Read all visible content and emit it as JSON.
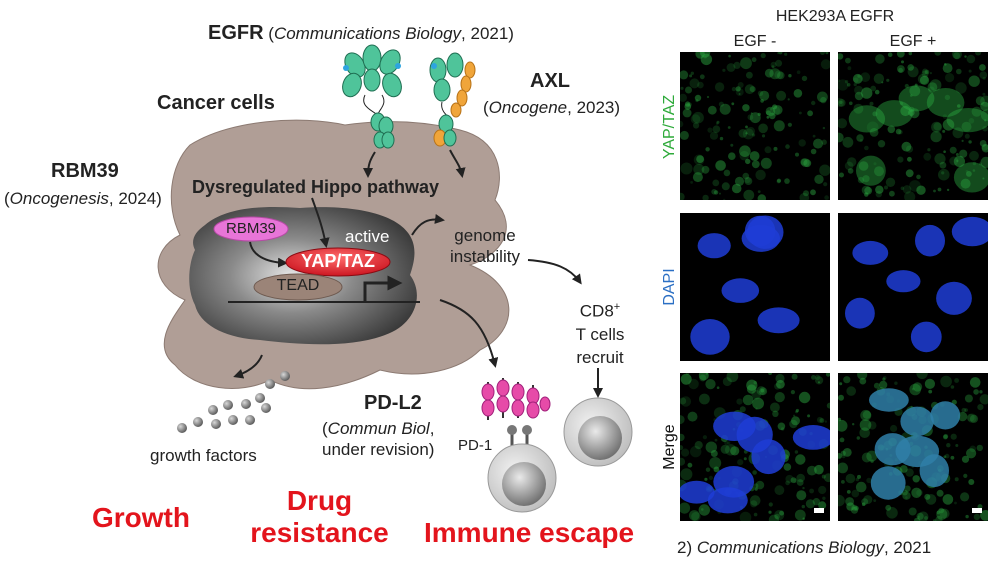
{
  "egfr": {
    "name": "EGFR",
    "citation_open": " (",
    "journal": "Communications Biology",
    "year": ", 2021)"
  },
  "axl": {
    "name": "AXL",
    "citation_open": "(",
    "journal": "Oncogene",
    "year": ", 2023)"
  },
  "rbm39": {
    "name": "RBM39",
    "citation_open": "(",
    "journal": "Oncogenesis",
    "year": ", 2024)"
  },
  "pdl2": {
    "name": "PD-L2",
    "line1_open": "(",
    "journal": "Commun Biol",
    "line1_close": ",",
    "line2": "under revision)"
  },
  "labels": {
    "cancer_cells": "Cancer cells",
    "hippo": "Dysregulated Hippo pathway",
    "rbm39_node": "RBM39",
    "active": "active",
    "yap_taz": "YAP/TAZ",
    "tead": "TEAD",
    "genome": "genome",
    "instability": "instability",
    "cd8": "CD8",
    "cd8_sup": "+",
    "t_cells": "T cells",
    "recruit": "recruit",
    "pd1": "PD-1",
    "growth_factors": "growth factors"
  },
  "outcomes": {
    "growth": "Growth",
    "drug1": "Drug",
    "drug2": "resistance",
    "immune": "Immune escape"
  },
  "microscopy": {
    "title": "HEK293A EGFR",
    "columns": [
      "EGF -",
      "EGF +"
    ],
    "rows": [
      "YAP/TAZ",
      "DAPI",
      "Merge"
    ],
    "row_colors": [
      "#2eaa3a",
      "#2b6fc4",
      "#111111"
    ],
    "caption_prefix": "2) ",
    "caption_journal": "Communications Biology",
    "caption_year": ", 2021"
  },
  "colors": {
    "cell_body": "#b09e96",
    "nucleus": "#4a4a4a",
    "yap_taz": "#e0202b",
    "rbm39": "#e875d8",
    "tead": "#9b8478",
    "pdl2": "#e64ba8",
    "egfr": "#4fc49a",
    "axl": "#f0a53a",
    "outcome": "#e3141c"
  }
}
